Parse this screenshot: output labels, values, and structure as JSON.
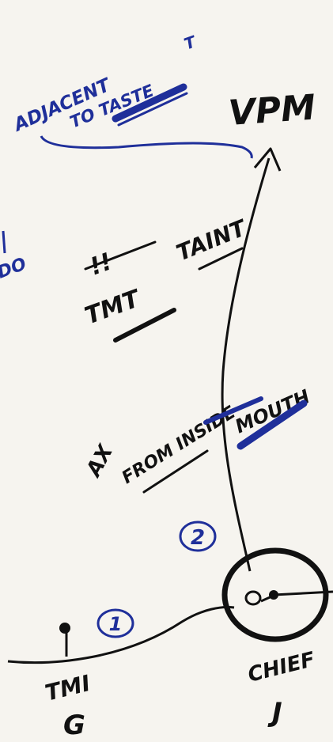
{
  "diagram": {
    "top_label": "VPM",
    "blue_note": {
      "line1": "ADJACENT",
      "line2": "TO TASTE",
      "mark": "T"
    },
    "tmt_quote_mark": "!!",
    "tmt_label": "TMT",
    "tmt_taint": "TAINT",
    "ax_label": "AX",
    "inside_mouth": {
      "line1": "FROM INSIDE",
      "line2": "MOUTH"
    },
    "step_2": "2",
    "step_1": "1",
    "left_bottom": {
      "line1": "TMI",
      "line2": "G"
    },
    "right_bottom": {
      "line1": "CHIEF",
      "line2": "J"
    },
    "left_edge_mark": "DO",
    "colors": {
      "ink": "#111111",
      "blue_ink": "#1f2f9a",
      "paper": "#f6f4ef"
    }
  }
}
